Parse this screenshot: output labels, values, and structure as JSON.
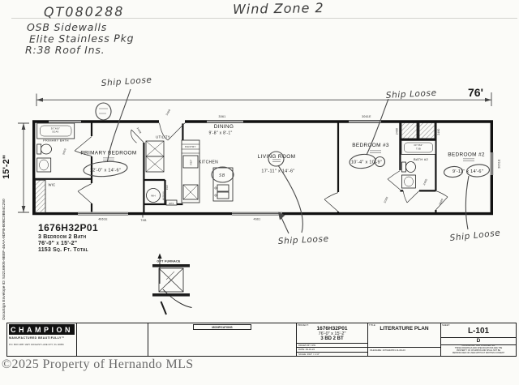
{
  "handwritten": {
    "qt": "QT080288",
    "wind_zone": "Wind Zone 2",
    "notes": [
      "OSB Sidewalls",
      "Elite Stainless Pkg",
      "R:38 Roof Ins."
    ],
    "ship_loose": "Ship Loose"
  },
  "plan": {
    "width_dim": "76'",
    "height_dim": "15'-2\"",
    "rooms": {
      "primary_bath": "PRIMARY BATH",
      "primary_bedroom": "PRIMARY BEDROOM",
      "primary_bedroom_dims": "12'-0\" x 14'-6\"",
      "wic": "WIC",
      "utility": "UTILITY",
      "pantry": "PANTRY",
      "kitchen": "KITCHEN",
      "dining": "DINING",
      "dining_dims": "9'-8\" x 8'-1\"",
      "living": "LIVING ROOM",
      "living_dims": "17'-11\" x 14'-6\"",
      "bedroom3": "BEDROOM #3",
      "bedroom3_dims": "10'-4\" x 10'-9\"",
      "bath2": "BATH #2",
      "bedroom2": "BEDROOM #2",
      "bedroom2_dims": "9'-11\" x 14'-6\""
    },
    "fixtures": {
      "soak_line1": "30\"X60\"",
      "soak_line2": "SOAK",
      "tub_line1": "30\"X60\"",
      "tub_line2": "TUB",
      "wh": "WH",
      "ref": "REF",
      "rac": "RAC",
      "access": "ACCESS",
      "eps": "EPS",
      "thb": "THB",
      "sb": "SB",
      "opt_furnace": "OPT FURNACE"
    },
    "windows": {
      "dining": "3061",
      "bedroom3": "3061E",
      "right": "3061E",
      "bottom_left": "4661E",
      "bottom_mid": "4661"
    },
    "doors": {
      "front": "3468",
      "utility": "3468",
      "primary_bath": "3050",
      "closet_b3": "2468",
      "closet_b2": "2480",
      "bath2": "2480",
      "hall": "3080",
      "bedroom2": "3080"
    }
  },
  "model_info": {
    "model": "1676H32P01",
    "beds_baths": "3 Bedroom 2 Bath",
    "size": "76'-0\" x 15'-2\"",
    "sqft": "1153 Sq. Ft. Total"
  },
  "title_block": {
    "company": "CHAMPION",
    "tagline": "MANUFACTURED BEAUTIFULLY™",
    "address": "P.O. BOX 2857 HWY 100 EAST LAKE CITY, FL 32056",
    "modifications": "MODIFICATIONS",
    "project_label": "PROJECT:",
    "project_model": "1676H32P01",
    "project_size": "76'-0\" x 15'-2\"",
    "project_bd": "3 BD 2 BT",
    "drawn_by": "DRAWN BY: RW",
    "date": "DATE: 09-01-22",
    "scale": "SCALE: 3/16\" = 1'-0\"",
    "title_label": "TITLE:",
    "title": "LITERATURE PLAN",
    "filename": "FILENAME: 1676H32P01 11-09-23",
    "sheet_label": "SHEET:",
    "sheet": "L-101",
    "revision": "D",
    "proprietary": [
      "PROPRIETARY AND CONFIDENTIAL",
      "THESE DRAWINGS AND SPECIFICATIONS ARE THE",
      "PROPERTY OF CHAMPION AND SHALL NOT BE",
      "REPRODUCED OR USED WITHOUT WRITTEN CONSENT"
    ]
  },
  "watermark": "©2025 Property of Hernando MLS",
  "docusign": "DocuSign Envelope ID: 53216905-9EEF-46AA-9DFB-B08C0B94C250"
}
